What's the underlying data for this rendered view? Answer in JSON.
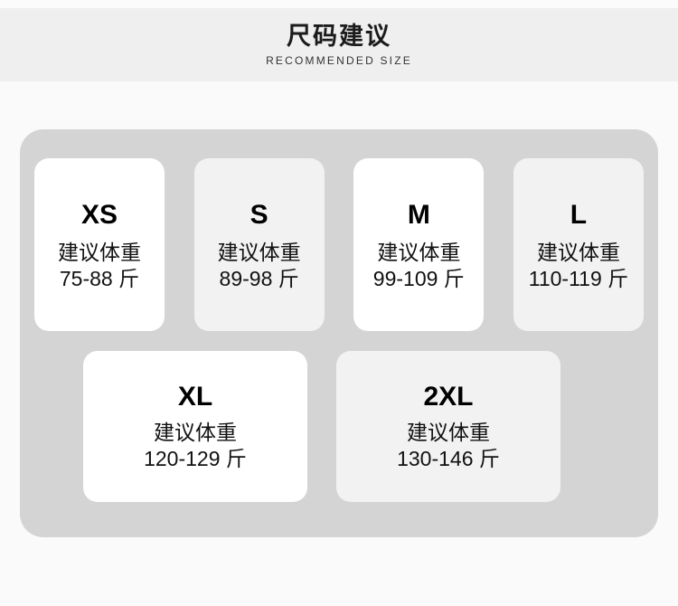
{
  "header": {
    "title": "尺码建议",
    "subtitle": "RECOMMENDED SIZE"
  },
  "colors": {
    "page_background": "#fafafa",
    "header_band": "#efefef",
    "panel": "#d4d4d4",
    "card_white": "#ffffff",
    "card_offwhite": "#f2f2f2",
    "text": "#111111"
  },
  "size_chart": {
    "rows": [
      {
        "cards": [
          {
            "size": "XS",
            "weight_caption": "建议体重",
            "weight_range": "75-88 斤",
            "shade": "white"
          },
          {
            "size": "S",
            "weight_caption": "建议体重",
            "weight_range": "89-98 斤",
            "shade": "offwhite"
          },
          {
            "size": "M",
            "weight_caption": "建议体重",
            "weight_range": "99-109 斤",
            "shade": "white"
          },
          {
            "size": "L",
            "weight_caption": "建议体重",
            "weight_range": "110-119 斤",
            "shade": "offwhite"
          }
        ]
      },
      {
        "cards": [
          {
            "size": "XL",
            "weight_caption": "建议体重",
            "weight_range": "120-129 斤",
            "shade": "white"
          },
          {
            "size": "2XL",
            "weight_caption": "建议体重",
            "weight_range": "130-146 斤",
            "shade": "offwhite"
          }
        ]
      }
    ]
  }
}
